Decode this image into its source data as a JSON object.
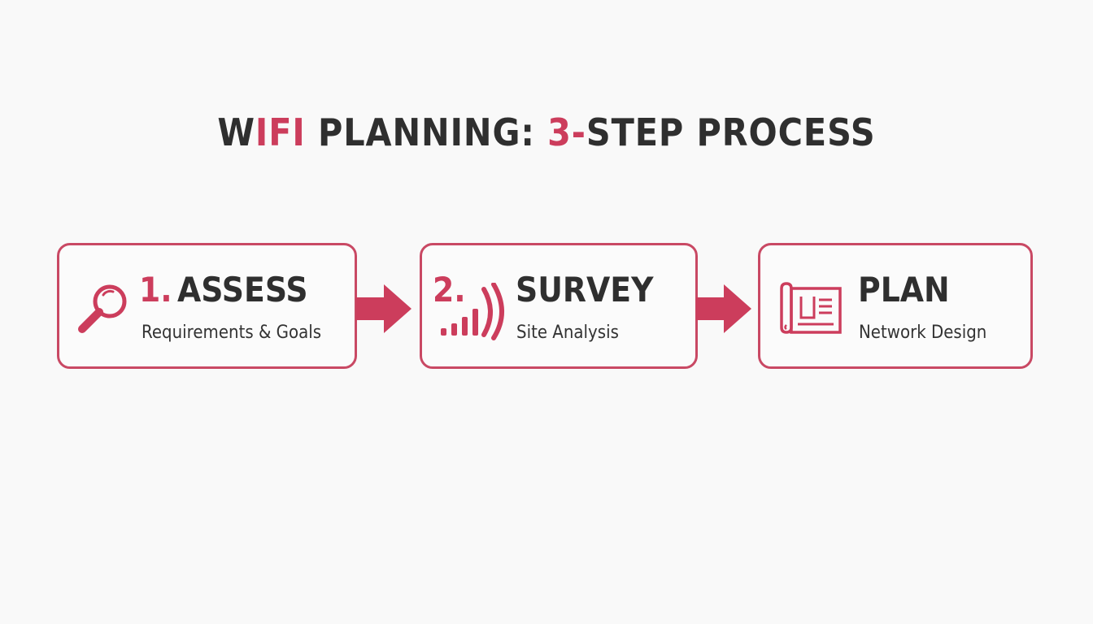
{
  "colors": {
    "accent": "#cc3d5c",
    "border": "#c94964",
    "text": "#2f2f2f",
    "background": "#f9f9f9"
  },
  "title": {
    "part1": "W",
    "part2": "IFI",
    "part3": " PLANNING: ",
    "part4": "3-",
    "part5": "STEP PROCESS"
  },
  "steps": [
    {
      "number": "1.",
      "title": "ASSESS",
      "subtitle": "Requirements & Goals",
      "icon": "magnifying-glass-icon"
    },
    {
      "number": "2.",
      "title": "SURVEY",
      "subtitle": "Site Analysis",
      "icon": "signal-strength-icon"
    },
    {
      "number": "",
      "title": "PLAN",
      "subtitle": "Network Design",
      "icon": "blueprint-icon"
    }
  ],
  "connectors": [
    "arrow-right-icon",
    "arrow-right-icon"
  ]
}
